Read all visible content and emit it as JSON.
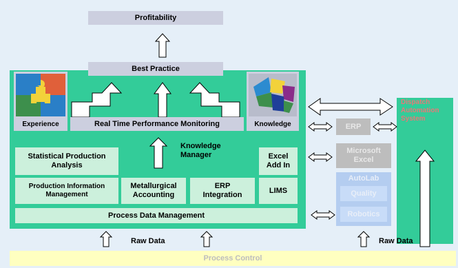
{
  "nodes": {
    "profitability": "Profitability",
    "best_practice": "Best Practice",
    "experience": "Experience",
    "rt_monitoring": "Real Time Performance Monitoring",
    "knowledge": "Knowledge",
    "knowledge_manager": "Knowledge\nManager",
    "stat_prod": "Statistical Production\nAnalysis",
    "excel_addin": "Excel\nAdd In",
    "prod_info": "Production Information\nManagement",
    "metallurgical": "Metallurgical\nAccounting",
    "erp_integration": "ERP\nIntegration",
    "lims": "LIMS",
    "process_data": "Process Data Management",
    "raw_data_left": "Raw Data",
    "raw_data_right": "Raw Data",
    "process_control": "Process Control",
    "erp": "ERP",
    "ms_excel": "Microsoft\nExcel",
    "autolab": "AutoLab",
    "quality": "Quality",
    "robotics": "Robotics",
    "dispatch": "Dispatch\nAutomation\nSystem"
  },
  "colors": {
    "background": "#e5eff8",
    "green_panel": "#33cc99",
    "light_green": "#ccf0dc",
    "lavender": "#cccfdf",
    "gray_box": "#bdbdbd",
    "autolab_blue": "#b4cdf0",
    "autolab_inner": "#c8dcf8",
    "dispatch_text": "#e87878",
    "process_control": "#ffffc0"
  },
  "icons": {
    "experience": "puzzle-pieces-icon",
    "knowledge": "puzzle-cluster-icon"
  }
}
